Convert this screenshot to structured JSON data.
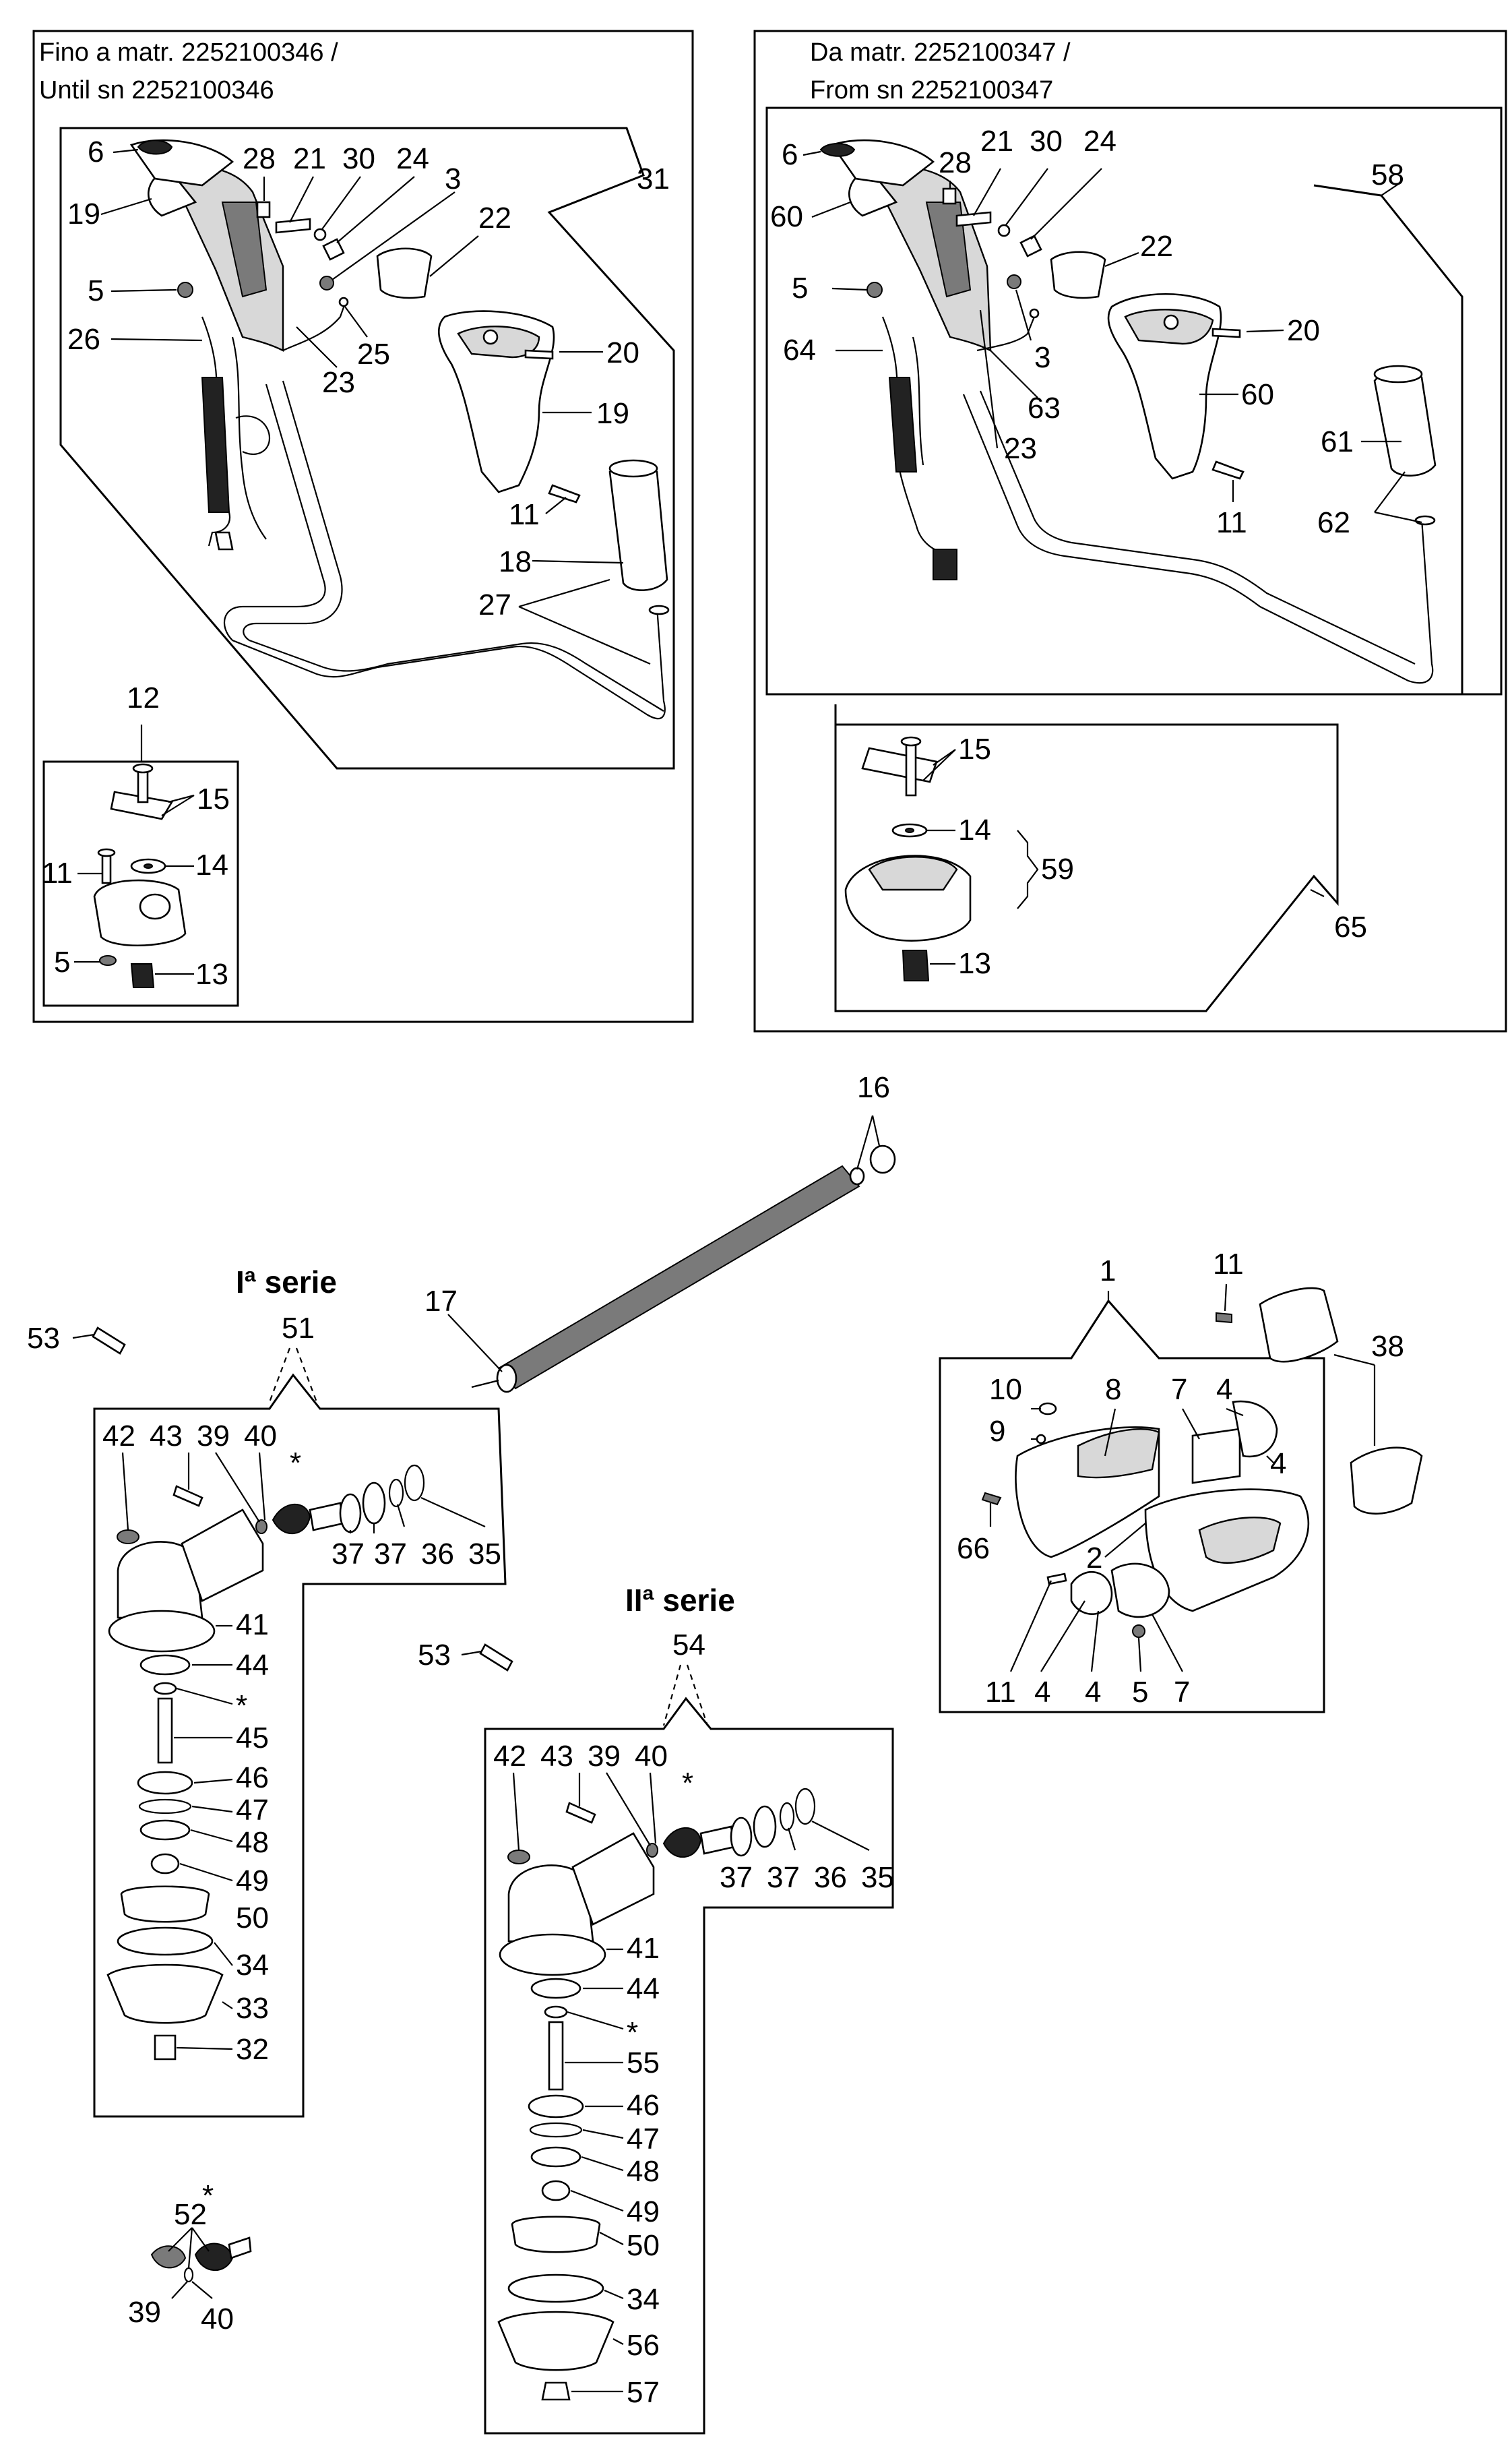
{
  "headers": {
    "left_line1": "Fino a matr. 2252100346 /",
    "left_line2": "Until sn 2252100346",
    "right_line1": "Da matr. 2252100347 /",
    "right_line2": "From sn 2252100347"
  },
  "series": {
    "first": "Iª serie",
    "second": "IIª serie"
  },
  "labels": {
    "tl_6": "6",
    "tl_28": "28",
    "tl_21": "21",
    "tl_30": "30",
    "tl_24": "24",
    "tl_3": "3",
    "tl_31": "31",
    "tl_19a": "19",
    "tl_22": "22",
    "tl_5": "5",
    "tl_26": "26",
    "tl_23": "23",
    "tl_25": "25",
    "tl_20": "20",
    "tl_19b": "19",
    "tl_11": "11",
    "tl_18": "18",
    "tl_27": "27",
    "tl_12": "12",
    "tl_15": "15",
    "tl_11b": "11",
    "tl_14": "14",
    "tl_5b": "5",
    "tl_13": "13",
    "tr_6": "6",
    "tr_28": "28",
    "tr_21": "21",
    "tr_30": "30",
    "tr_24": "24",
    "tr_58": "58",
    "tr_60a": "60",
    "tr_22": "22",
    "tr_5": "5",
    "tr_20": "20",
    "tr_64": "64",
    "tr_3": "3",
    "tr_63": "63",
    "tr_60b": "60",
    "tr_23": "23",
    "tr_61": "61",
    "tr_11": "11",
    "tr_62": "62",
    "tr_15": "15",
    "tr_14": "14",
    "tr_59": "59",
    "tr_65": "65",
    "tr_13": "13",
    "m_16": "16",
    "m_17": "17",
    "m_1": "1",
    "m_11a": "11",
    "m_38": "38",
    "m_10": "10",
    "m_8": "8",
    "m_7a": "7",
    "m_4a": "4",
    "m_9": "9",
    "m_4b": "4",
    "m_66": "66",
    "m_2": "2",
    "m_11b": "11",
    "m_4c": "4",
    "m_4d": "4",
    "m_5": "5",
    "m_7b": "7",
    "a_53": "53",
    "a_51": "51",
    "a_42": "42",
    "a_43": "43",
    "a_39": "39",
    "a_40": "40",
    "a_star1": "*",
    "a_37a": "37",
    "a_37b": "37",
    "a_36": "36",
    "a_35": "35",
    "a_41": "41",
    "a_44": "44",
    "a_star2": "*",
    "a_45": "45",
    "a_46": "46",
    "a_47": "47",
    "a_48": "48",
    "a_49": "49",
    "a_50": "50",
    "a_34": "34",
    "a_33": "33",
    "a_32": "32",
    "b_53": "53",
    "b_54": "54",
    "b_42": "42",
    "b_43": "43",
    "b_39": "39",
    "b_40": "40",
    "b_star1": "*",
    "b_37a": "37",
    "b_37b": "37",
    "b_36": "36",
    "b_35": "35",
    "b_41": "41",
    "b_44": "44",
    "b_star2": "*",
    "b_55": "55",
    "b_46": "46",
    "b_47": "47",
    "b_48": "48",
    "b_49": "49",
    "b_50": "50",
    "b_34": "34",
    "b_56": "56",
    "b_57": "57",
    "c_52": "52",
    "c_star": "*",
    "c_39": "39",
    "c_40": "40"
  }
}
